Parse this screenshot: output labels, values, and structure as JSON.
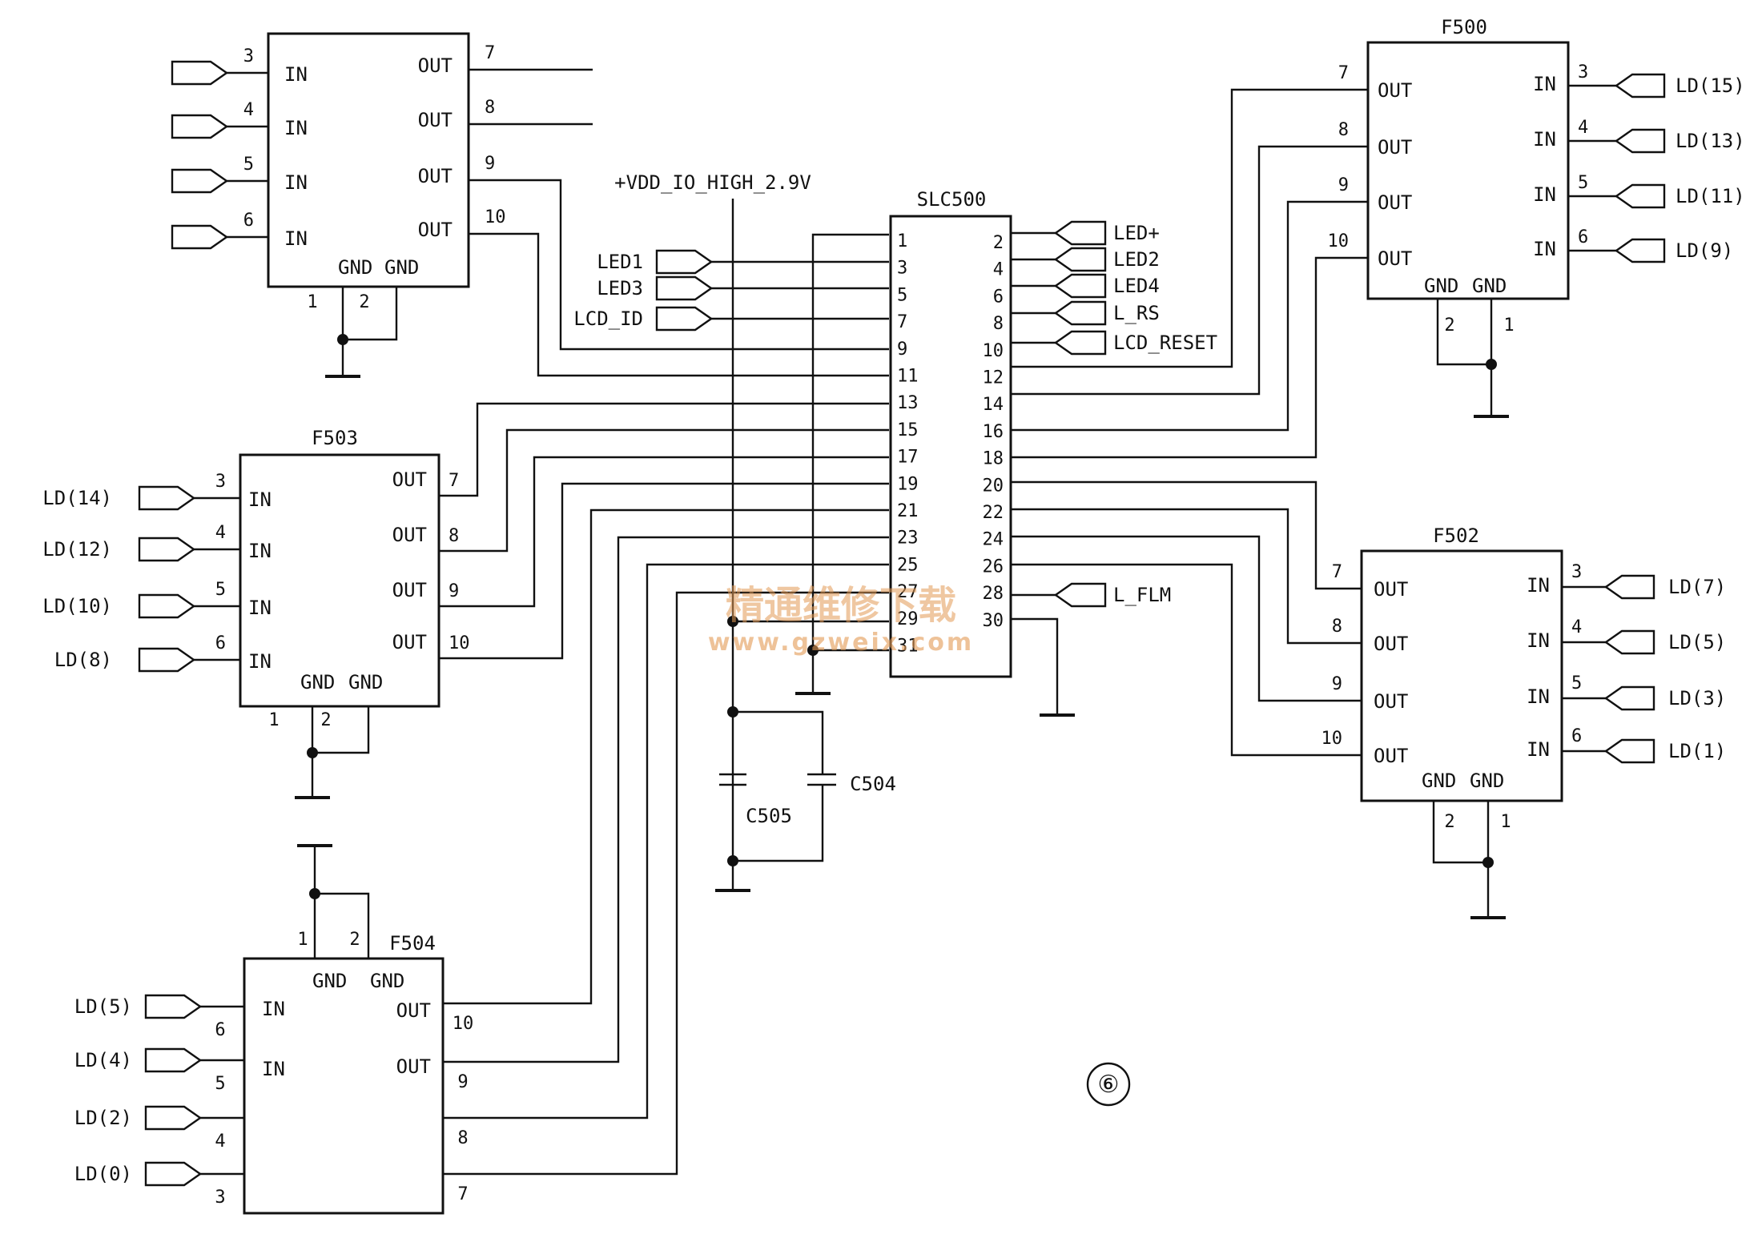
{
  "chips": {
    "top_left": {
      "in_pins": [
        "3",
        "4",
        "5",
        "6"
      ],
      "out_pins": [
        "7",
        "8",
        "9",
        "10"
      ],
      "gnd_pins": [
        "1",
        "2"
      ],
      "in_label": "IN",
      "out_label": "OUT",
      "gnd_label": "GND"
    },
    "f503": {
      "name": "F503",
      "in_pins": [
        "3",
        "4",
        "5",
        "6"
      ],
      "out_pins": [
        "7",
        "8",
        "9",
        "10"
      ],
      "gnd_pins": [
        "1",
        "2"
      ],
      "inputs": [
        "LD(14)",
        "LD(12)",
        "LD(10)",
        "LD(8)"
      ]
    },
    "f504": {
      "name": "F504",
      "in_pins": [
        "6",
        "5",
        "4",
        "3"
      ],
      "out_pins": [
        "10",
        "9",
        "8",
        "7"
      ],
      "gnd_pins": [
        "1",
        "2"
      ],
      "inputs": [
        "LD(5)",
        "LD(4)",
        "LD(2)",
        "LD(0)"
      ]
    },
    "f500": {
      "name": "F500",
      "out_pins": [
        "7",
        "8",
        "9",
        "10"
      ],
      "in_pins": [
        "3",
        "4",
        "5",
        "6"
      ],
      "gnd_pins": [
        "2",
        "1"
      ],
      "inputs": [
        "LD(15)",
        "LD(13)",
        "LD(11)",
        "LD(9)"
      ]
    },
    "f502": {
      "name": "F502",
      "out_pins": [
        "7",
        "8",
        "9",
        "10"
      ],
      "in_pins": [
        "3",
        "4",
        "5",
        "6"
      ],
      "gnd_pins": [
        "2",
        "1"
      ],
      "inputs": [
        "LD(7)",
        "LD(5)",
        "LD(3)",
        "LD(1)"
      ]
    }
  },
  "connector": {
    "name": "SLC500",
    "odd_pins": [
      "1",
      "3",
      "5",
      "7",
      "9",
      "11",
      "13",
      "15",
      "17",
      "19",
      "21",
      "23",
      "25",
      "27",
      "29",
      "31"
    ],
    "even_pins": [
      "2",
      "4",
      "6",
      "8",
      "10",
      "12",
      "14",
      "16",
      "18",
      "20",
      "22",
      "24",
      "26",
      "28",
      "30"
    ],
    "left_signals": [
      "LED1",
      "LED3",
      "LCD_ID"
    ],
    "right_signals": [
      "LED+",
      "LED2",
      "LED4",
      "L_RS",
      "LCD_RESET",
      "L_FLM"
    ]
  },
  "power": {
    "supply": "+VDD_IO_HIGH_2.9V"
  },
  "capacitors": [
    "C505",
    "C504"
  ],
  "figure_mark": "⑥",
  "watermark": {
    "cn": "精通维修下载",
    "url": "www.gzweix.com"
  }
}
